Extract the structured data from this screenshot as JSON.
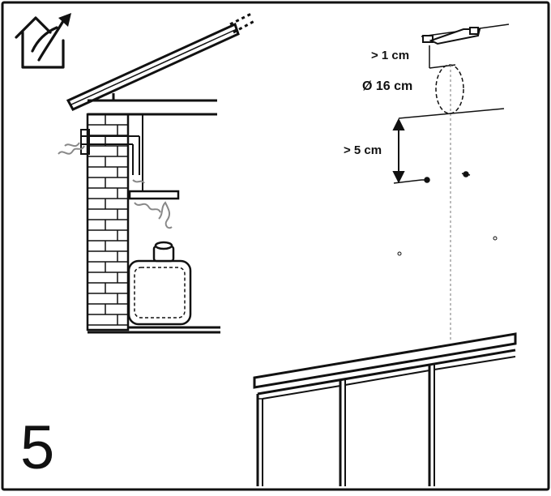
{
  "step_number": "5",
  "labels": {
    "gap_min": "> 1 cm",
    "duct_diameter": "Ø 16 cm",
    "distance_min": "> 5 cm"
  },
  "icons": [
    "house-exhaust-icon"
  ],
  "colors": {
    "line": "#111111",
    "background": "#ffffff",
    "smoke": "#888888"
  }
}
